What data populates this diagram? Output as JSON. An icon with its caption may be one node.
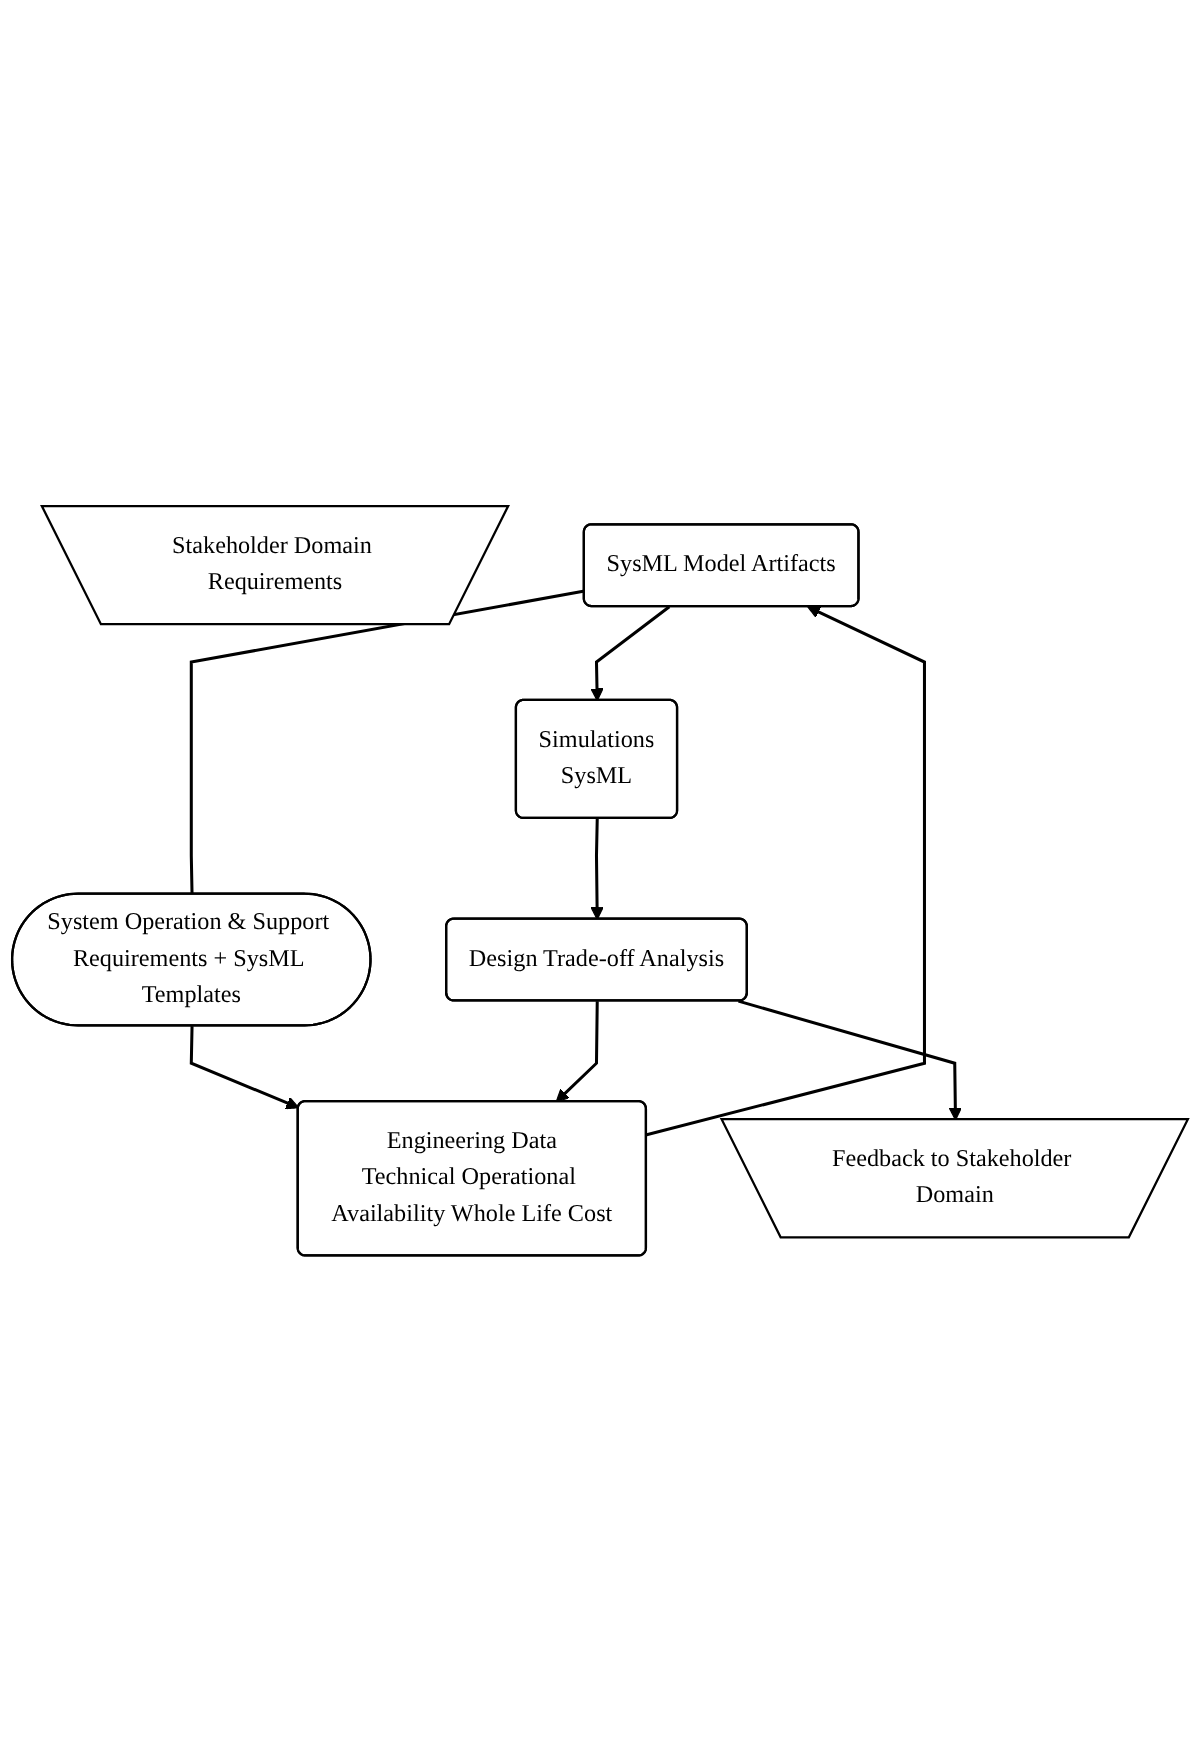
{
  "diagram": {
    "nodes": [
      {
        "text": [
          "Stakeholder Domain Requirements"
        ]
      },
      {
        "text": [
          "SysML Model Artifacts"
        ]
      },
      {
        "text": [
          "System Operation & Support Requirements + SysML Templates"
        ]
      },
      {
        "text": [
          "Engineering Data",
          "Technical Operational Availability Whole Life Cost"
        ]
      },
      {
        "text": [
          "Simulations",
          "SysML"
        ]
      },
      {
        "text": [
          "Design Trade-off Analysis"
        ]
      },
      {
        "text": [
          "Feedback to Stakeholder Domain"
        ]
      }
    ],
    "edges": [
      {
        "from": 1,
        "to": 2,
        "arrow": "none"
      },
      {
        "from": 2,
        "to": 3,
        "arrow": "to"
      },
      {
        "from": 3,
        "to": 1,
        "arrow": "to"
      },
      {
        "from": 1,
        "to": 4,
        "arrow": "to"
      },
      {
        "from": 4,
        "to": 5,
        "arrow": "to"
      },
      {
        "from": 5,
        "to": 3,
        "arrow": "to"
      },
      {
        "from": 5,
        "to": 6,
        "arrow": "to"
      }
    ]
  }
}
